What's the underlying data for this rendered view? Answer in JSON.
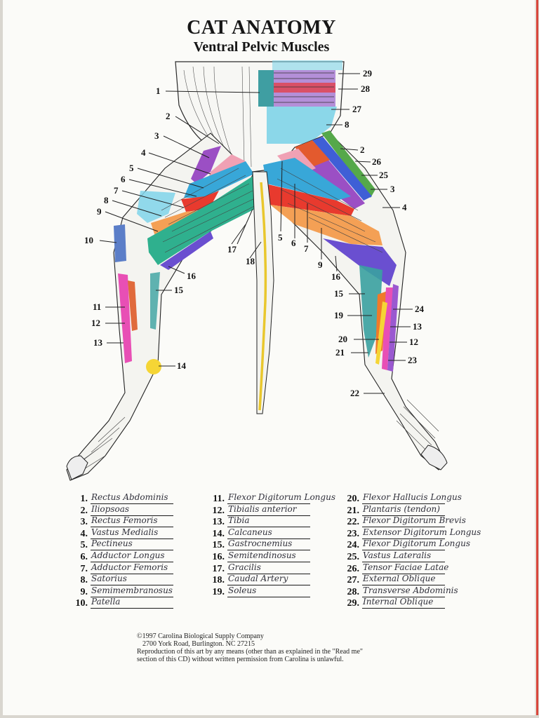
{
  "title": "CAT ANATOMY",
  "subtitle": "Ventral Pelvic Muscles",
  "answers_col1": [
    {
      "n": "1.",
      "text": "Rectus Abdominis"
    },
    {
      "n": "2.",
      "text": "Iliopsoas"
    },
    {
      "n": "3.",
      "text": "Rectus Femoris"
    },
    {
      "n": "4.",
      "text": "Vastus Medialis"
    },
    {
      "n": "5.",
      "text": "Pectineus"
    },
    {
      "n": "6.",
      "text": "Adductor Longus"
    },
    {
      "n": "7.",
      "text": "Adductor Femoris"
    },
    {
      "n": "8.",
      "text": "Satorius"
    },
    {
      "n": "9.",
      "text": "Semimembranosus"
    },
    {
      "n": "10.",
      "text": "Patella"
    }
  ],
  "answers_col2": [
    {
      "n": "11.",
      "text": "Flexor Digitorum Longus"
    },
    {
      "n": "12.",
      "text": "Tibialis anterior"
    },
    {
      "n": "13.",
      "text": "Tibia"
    },
    {
      "n": "14.",
      "text": "Calcaneus"
    },
    {
      "n": "15.",
      "text": "Gastrocnemius"
    },
    {
      "n": "16.",
      "text": "Semitendinosus"
    },
    {
      "n": "17.",
      "text": "Gracilis"
    },
    {
      "n": "18.",
      "text": "Caudal Artery"
    },
    {
      "n": "19.",
      "text": "Soleus"
    }
  ],
  "answers_col3": [
    {
      "n": "20.",
      "text": "Flexor Hallucis Longus"
    },
    {
      "n": "21.",
      "text": "Plantaris (tendon)"
    },
    {
      "n": "22.",
      "text": "Flexor Digitorum Brevis"
    },
    {
      "n": "23.",
      "text": "Extensor Digitorum Longus"
    },
    {
      "n": "24.",
      "text": "Flexor Digitorum Longus"
    },
    {
      "n": "25.",
      "text": "Vastus Lateralis"
    },
    {
      "n": "26.",
      "text": "Tensor Faciae Latae"
    },
    {
      "n": "27.",
      "text": "External Oblique"
    },
    {
      "n": "28.",
      "text": "Transverse Abdominis"
    },
    {
      "n": "29.",
      "text": "Internal Oblique"
    }
  ],
  "labels": [
    "1",
    "2",
    "3",
    "4",
    "5",
    "6",
    "7",
    "8",
    "9",
    "10",
    "11",
    "12",
    "13",
    "14",
    "15",
    "16",
    "17",
    "18",
    "19",
    "20",
    "21",
    "22",
    "23",
    "24",
    "25",
    "26",
    "27",
    "28",
    "29"
  ],
  "copyright": {
    "line1": "©1997  Carolina Biological Supply Company",
    "line2": "2700 York Road, Burlington. NC  27215",
    "line3": "Reproduction of this art by any means (other than as explained in the \"Read me\"",
    "line4": "section of this CD) without written permission from Carolina is unlawful."
  },
  "colors": {
    "rectus_abdominis": "#3f9ea2",
    "internal_oblique": "#b48fd8",
    "transverse_abdominis": "#d95067",
    "external_oblique": "#7ed3e8",
    "rectus_femoris": "#9b4fc4",
    "iliopsoas": "#f0a1b4",
    "vastus_medialis": "#38a7d8",
    "pectineus": "#e83a2e",
    "adductor_longus": "#e35a2e",
    "adductor_femoris": "#f07a2a",
    "sartorius": "#7fd3ea",
    "semimembranosus": "#f4a055",
    "gracilis": "#2fb08e",
    "semitendinosus": "#6a4fd0",
    "patella": "#5b7ec8",
    "gastrocnemius": "#3aa1a0",
    "flexor_digitorum": "#e84fb5",
    "tibialis_anterior": "#e06a3c",
    "tibia": "#9a59d0",
    "calcaneus": "#f5d535",
    "caudal_artery": "#e9c72d",
    "tensor_faciae_latae": "#55a84a",
    "vastus_lateralis": "#3f5fd6",
    "page_edge": "#d8463b"
  }
}
